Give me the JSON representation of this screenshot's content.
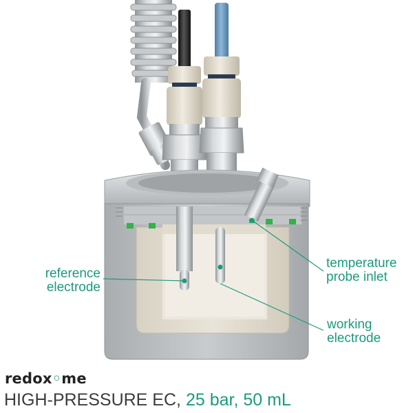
{
  "labels": {
    "reference_electrode": [
      "reference",
      "electrode"
    ],
    "temperature_probe_inlet": [
      "temperature",
      "probe inlet"
    ],
    "working_electrode": [
      "working",
      "electrode"
    ]
  },
  "brand": {
    "name_part1": "redox",
    "name_sep": "◦",
    "name_part2": "me"
  },
  "tagline": {
    "main": "HIGH-PRESSURE EC,",
    "pressure": "25 bar,",
    "volume": "50 mL"
  },
  "colors": {
    "accent": "#1b9a7c",
    "steel": "#b7bbbe",
    "ptfe": "#dcd6c8",
    "seal": "#2fb34a",
    "text_dark": "#3c3c3c"
  }
}
